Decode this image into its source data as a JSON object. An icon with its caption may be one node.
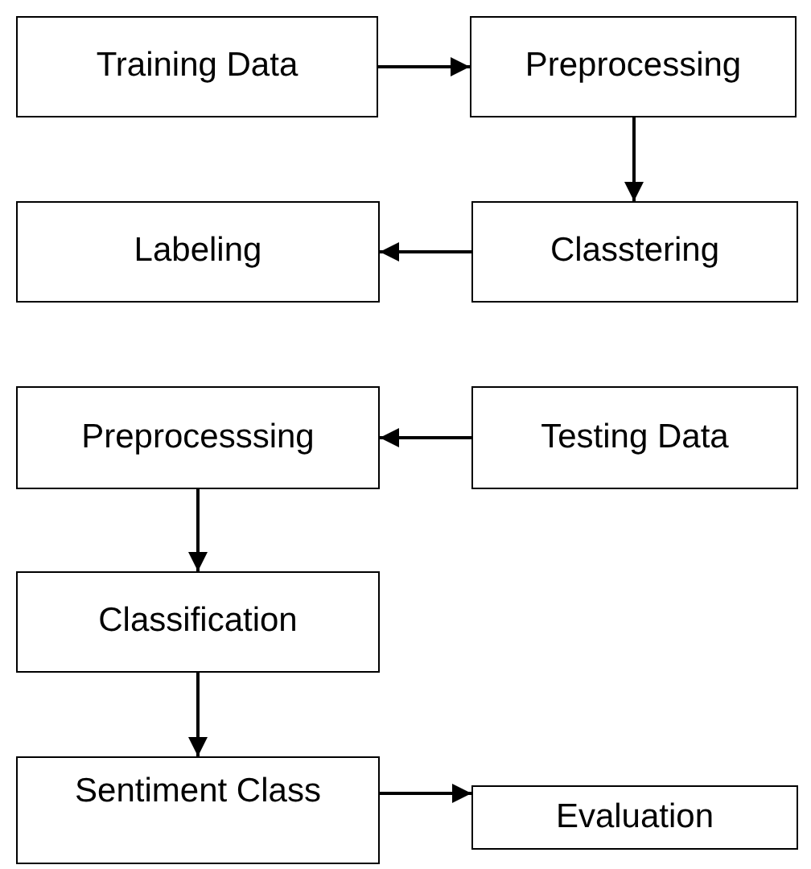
{
  "diagram": {
    "nodes": [
      {
        "text": [
          "Training Data"
        ]
      },
      {
        "text": [
          "Preprocessing"
        ]
      },
      {
        "text": [
          "Labeling"
        ]
      },
      {
        "text": [
          "Classtering"
        ]
      },
      {
        "text": [
          "Preprocesssing"
        ]
      },
      {
        "text": [
          "Testing Data"
        ]
      },
      {
        "text": [
          "Classification"
        ]
      },
      {
        "text": [
          "Sentiment Class"
        ]
      },
      {
        "text": [
          "Evaluation"
        ]
      }
    ],
    "edges": [
      {
        "from": 0,
        "to": 1,
        "arrow": "to"
      },
      {
        "from": 1,
        "to": 3,
        "arrow": "to"
      },
      {
        "from": 3,
        "to": 2,
        "arrow": "to"
      },
      {
        "from": 5,
        "to": 4,
        "arrow": "to"
      },
      {
        "from": 4,
        "to": 6,
        "arrow": "to"
      },
      {
        "from": 6,
        "to": 7,
        "arrow": "to"
      },
      {
        "from": 7,
        "to": 8,
        "arrow": "to"
      }
    ]
  }
}
